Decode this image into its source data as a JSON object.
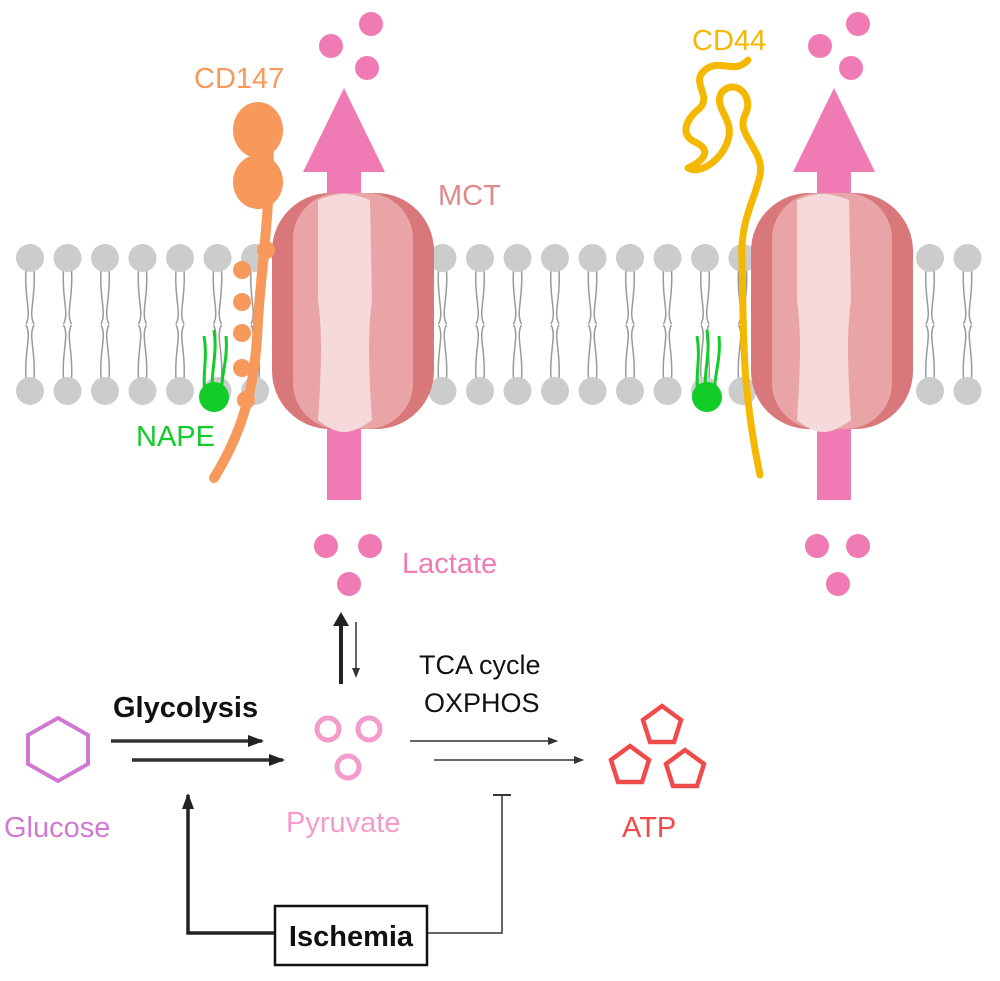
{
  "labels": {
    "cd147": "CD147",
    "mct": "MCT",
    "cd44": "CD44",
    "nape": "NAPE",
    "lactate": "Lactate",
    "glycolysis": "Glycolysis",
    "tca_cycle": "TCA cycle",
    "oxphos": "OXPHOS",
    "glucose": "Glucose",
    "pyruvate": "Pyruvate",
    "atp": "ATP",
    "ischemia": "Ischemia"
  },
  "colors": {
    "lactate": "#f07bb4",
    "cd147": "#f7995a",
    "cd44": "#f5b800",
    "nape": "#12cc28",
    "mct_dark": "#d9787a",
    "mct_mid": "#e8a4a6",
    "mct_light": "#f6d9da",
    "mct_text": "#de8a8a",
    "lipid_head": "#cccccc",
    "lipid_tail": "#9a9a9a",
    "glucose": "#cf7ad0",
    "pyruvate": "#f39ccb",
    "atp": "#ef4b4b",
    "arrow": "#333333"
  }
}
